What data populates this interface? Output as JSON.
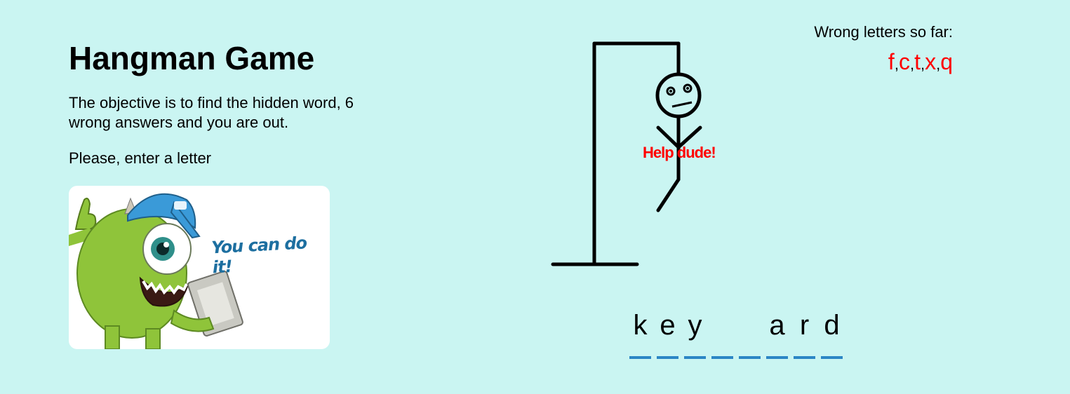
{
  "game": {
    "title": "Hangman Game",
    "objective": "The objective is to find the hidden word, 6 wrong answers and you are out.",
    "prompt": "Please, enter a letter",
    "card_caption": "You can do it!",
    "speech": "Help dude!",
    "wrong_label": "Wrong letters so far:",
    "wrong_letters": [
      "f",
      "c",
      "t",
      "x",
      "q"
    ],
    "word_slots": [
      "k",
      "e",
      "y",
      "",
      "",
      "a",
      "r",
      "d"
    ]
  },
  "colors": {
    "background": "#caf5f2",
    "wrong_letter": "#ff0000",
    "slot_line": "#2b86c5",
    "caption": "#1d6fa0"
  },
  "icons": {
    "card_image": "mascot-illustration",
    "gallows": "hangman-drawing"
  }
}
